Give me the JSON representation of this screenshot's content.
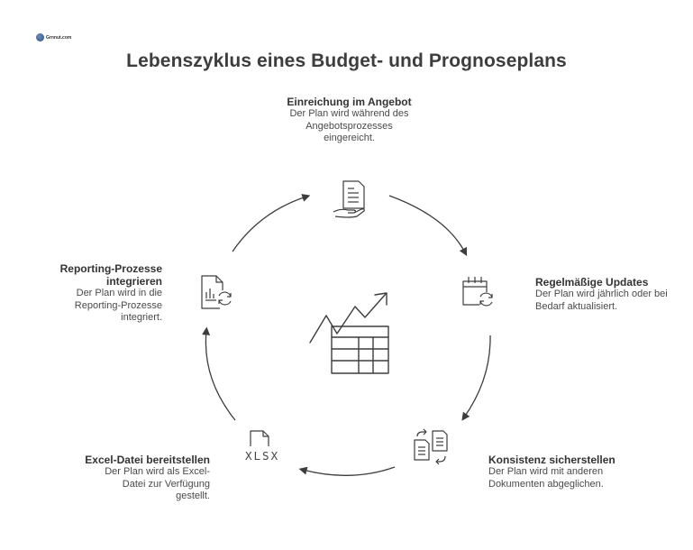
{
  "logo": {
    "text": "Grnnut.com"
  },
  "title": "Lebenszyklus eines Budget- und Prognoseplans",
  "steps": {
    "submit": {
      "heading": "Einreichung im Angebot",
      "desc": "Der Plan wird während des Angebotsprozesses eingereicht.",
      "icon": "hand-document-icon"
    },
    "updates": {
      "heading": "Regelmäßige Updates",
      "desc": "Der Plan wird jährlich oder bei Bedarf aktualisiert.",
      "icon": "calendar-refresh-icon"
    },
    "consistency": {
      "heading": "Konsistenz sicherstellen",
      "desc": "Der Plan wird mit anderen Dokumenten abgeglichen.",
      "icon": "compare-documents-icon"
    },
    "excel": {
      "heading": "Excel-Datei bereitstellen",
      "desc": "Der Plan wird als Excel-Datei zur Verfügung gestellt.",
      "icon": "xlsx-file-icon",
      "file_label": "XLSX"
    },
    "reporting": {
      "heading": "Reporting-Prozesse integrieren",
      "desc": "Der Plan wird in die Reporting-Prozesse integriert.",
      "icon": "report-refresh-icon"
    }
  },
  "center_icon": "trend-spreadsheet-icon",
  "colors": {
    "stroke": "#3d3d3d",
    "text": "#3a3a3a"
  }
}
